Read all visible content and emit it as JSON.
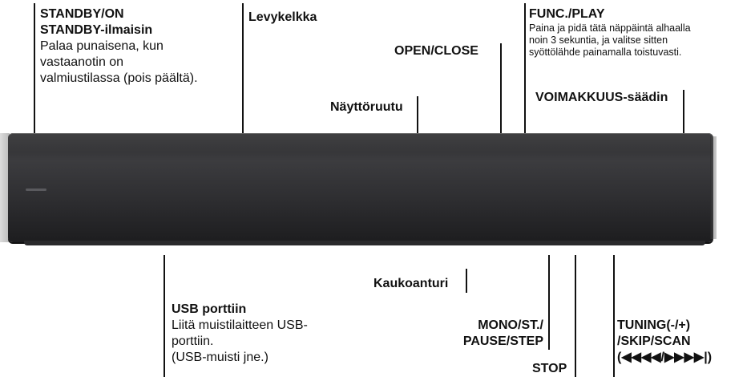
{
  "labels": {
    "standby": {
      "title1": "STANDBY/ON",
      "title2": "STANDBY-ilmaisin",
      "desc": [
        "Palaa punaisena, kun",
        "vastaanotin on",
        "valmiustilassa (pois päältä)."
      ]
    },
    "disc_tray": "Levykelkka",
    "display": "Näyttöruutu",
    "open_close": "OPEN/CLOSE",
    "func_play": {
      "title": "FUNC./PLAY",
      "desc": [
        "Paina ja pidä tätä näppäintä alhaalla",
        "noin 3 sekuntia, ja valitse sitten",
        "syöttölähde painamalla toistuvasti."
      ]
    },
    "volume": "VOIMAKKUUS-säädin",
    "usb": {
      "title": "USB porttiin",
      "desc": [
        "Liitä muistilaitteen USB-",
        "porttiin.",
        "(USB-muisti jne.)"
      ]
    },
    "remote_sensor": "Kaukoanturi",
    "mono": [
      "MONO/ST./",
      "PAUSE/STEP"
    ],
    "stop": "STOP",
    "tuning": [
      "TUNING(-/+)",
      "/SKIP/SCAN",
      "(◀◀◀◀/▶▶▶▶|)"
    ]
  }
}
